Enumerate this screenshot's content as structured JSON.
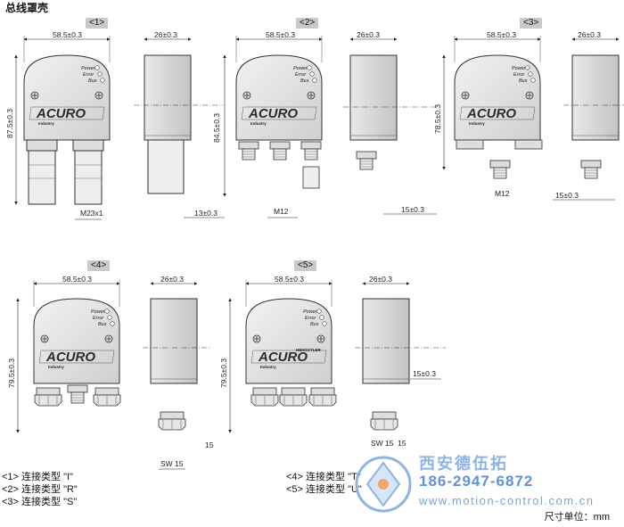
{
  "title": "总线罩壳",
  "variants": [
    {
      "tag": "<1>",
      "width": "58.5±0.3",
      "height": "87.5±0.3",
      "depth": "26±0.3",
      "thread": "M23x1",
      "offset": "13±0.3"
    },
    {
      "tag": "<2>",
      "width": "58.5±0.3",
      "height": "84.5±0.3",
      "depth": "26±0.3",
      "thread": "M12",
      "offset": "15±0.3"
    },
    {
      "tag": "<3>",
      "width": "58.5±0.3",
      "height": "78.5±0.3",
      "depth": "26±0.3",
      "thread": "M12",
      "offset": "15±0.3"
    },
    {
      "tag": "<4>",
      "width": "58.5±0.3",
      "height": "79.5±0.3",
      "depth": "26±0.3",
      "sw": "SW 15",
      "offset": "15"
    },
    {
      "tag": "<5>",
      "width": "58.5±0.3",
      "height": "79.5±0.3",
      "depth": "26±0.3",
      "sw": "SW 15",
      "offset": "15",
      "side": "15±0.3"
    }
  ],
  "device": {
    "led_labels": [
      "Power",
      "Error",
      "Bus"
    ],
    "logo": "ACURO",
    "logo_sub": "Industry",
    "maker": "HENGSTLER"
  },
  "legend_left": [
    "<1> 连接类型 \"I\"",
    "<2> 连接类型 \"R\"",
    "<3> 连接类型 \"S\""
  ],
  "legend_right": [
    "<4> 连接类型 \"T\"",
    "<5> 连接类型 \"U\""
  ],
  "unit": "尺寸单位：mm",
  "watermark": {
    "company": "西安德伍拓",
    "phone": "186-2947-6872",
    "url": "www.motion-control.com.cn"
  }
}
